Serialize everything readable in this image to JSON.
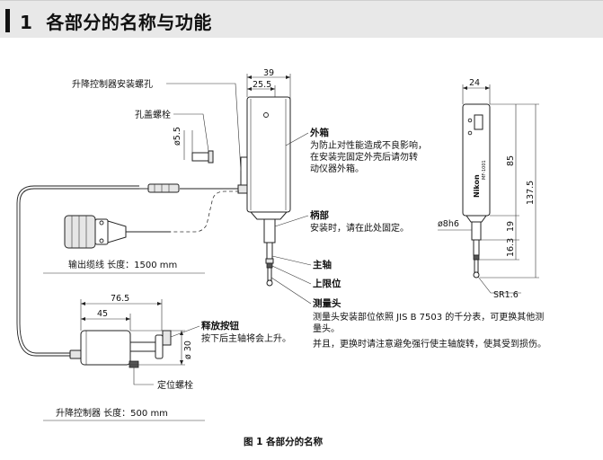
{
  "section": {
    "number": "1",
    "title": "各部分的名称与功能"
  },
  "labels": {
    "mount_hole": "升降控制器安装螺孔",
    "cover_bolt": "孔盖螺栓",
    "output_cable": "输出缆线 长度：1500 mm",
    "outer_case": "外箱",
    "outer_case_desc": [
      "为防止对性能造成不良影响，",
      "在安装完固定外壳后请勿转",
      "动仪器外箱。"
    ],
    "stem": "柄部",
    "stem_desc": "安装时，请在此处固定。",
    "spindle": "主轴",
    "upper_limit": "上限位",
    "probe": "测量头",
    "probe_desc": [
      "测量头安装部位依照 JIS B 7503 的千分表，可更换其他测",
      "量头。",
      "并且，更换时请注意避免强行使主轴旋转，使其受到损伤。"
    ],
    "release_button": "释放按钮",
    "release_desc": "按下后主轴将会上升。",
    "lock_bolt": "定位螺栓",
    "lift_controller": "升降控制器 长度：500 mm"
  },
  "dimensions": {
    "d39": "39",
    "d25_5": "25.5",
    "d5_5": "ø5.5",
    "d24": "24",
    "d85": "85",
    "d137_5": "137.5",
    "d8h6": "ø8h6",
    "d19": "19",
    "d16_3": "16.3",
    "sr1_6": "SR1.6",
    "d76_5": "76.5",
    "d45": "45",
    "d30": "ø 30"
  },
  "device_text": {
    "brand": "Nikon",
    "model": "MF-1001"
  },
  "caption": "图 1 各部分的名称"
}
